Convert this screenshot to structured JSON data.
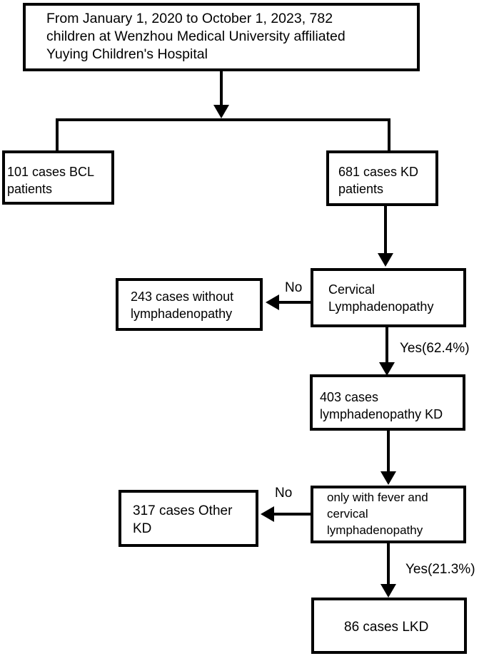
{
  "nodes": {
    "root": "From January 1, 2020 to October 1, 2023,  782\nchildren at Wenzhou Medical University affiliated\nYuying Children's Hospital",
    "bcl": "101 cases BCL\npatients",
    "kd": "681 cases KD\npatients",
    "cervical": "Cervical\nLymphadenopathy",
    "no_lymph": "243 cases without\nlymphadenopathy",
    "lymph_kd": "403 cases\nlymphadenopathy KD",
    "fever": "only with fever and\ncervical\nlymphadenopathy",
    "other_kd": "317 cases Other\nKD",
    "lkd": "86 cases LKD"
  },
  "labels": {
    "no_1": "No",
    "yes_1": "Yes(62.4%)",
    "no_2": "No",
    "yes_2": "Yes(21.3%)"
  }
}
